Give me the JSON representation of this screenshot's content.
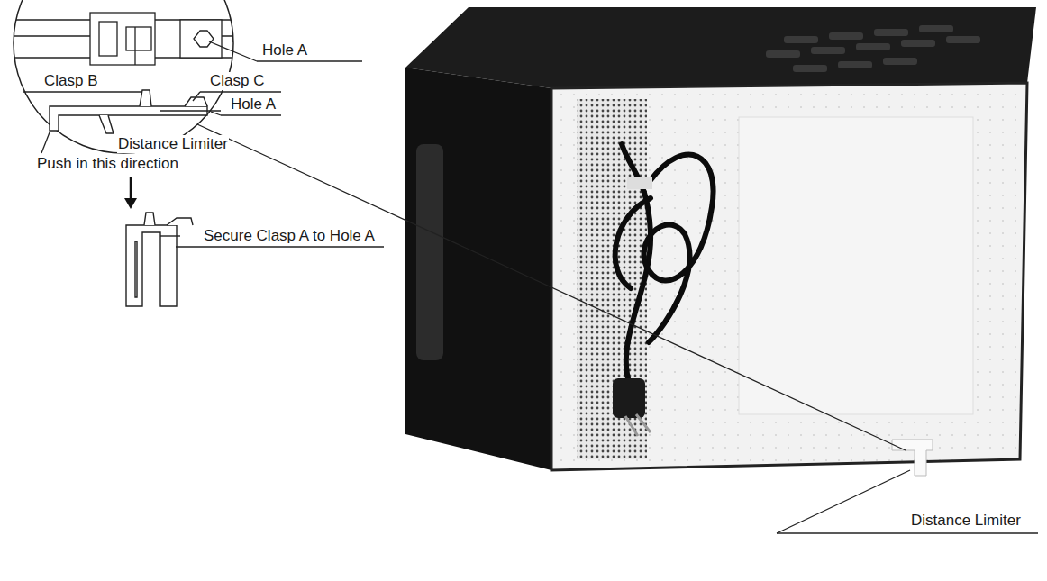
{
  "diagram": {
    "labels": [
      "Hole A",
      "Clasp B",
      "Clasp C",
      "Hole A",
      "Push in this direction",
      "Distance Limiter",
      "Secure Clasp A to Hole A",
      "Distance Limiter"
    ]
  }
}
